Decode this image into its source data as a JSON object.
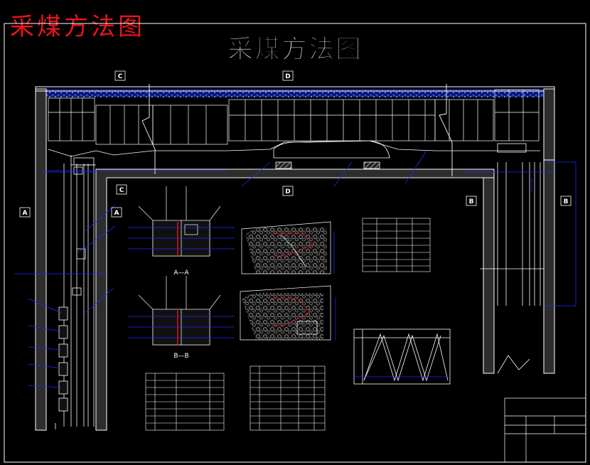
{
  "page": {
    "corner_title": "采煤方法图",
    "main_title": "采煤方法图"
  },
  "section_markers": {
    "top_c": "C",
    "top_d": "D",
    "inner_c": "C",
    "inner_d": "D",
    "left_a": "A",
    "inner_a": "A",
    "right_b_inner": "B",
    "right_b_outer": "B"
  },
  "cross_sections": {
    "a_a": "A—A",
    "b_b": "B—B"
  },
  "colors": {
    "background": "#000000",
    "outline": "#ffffff",
    "dimension": "#1e2bff",
    "accent_red": "#e8141c",
    "fill_dark": "#2a2a2a",
    "coal_fill": "#1a2a88"
  }
}
